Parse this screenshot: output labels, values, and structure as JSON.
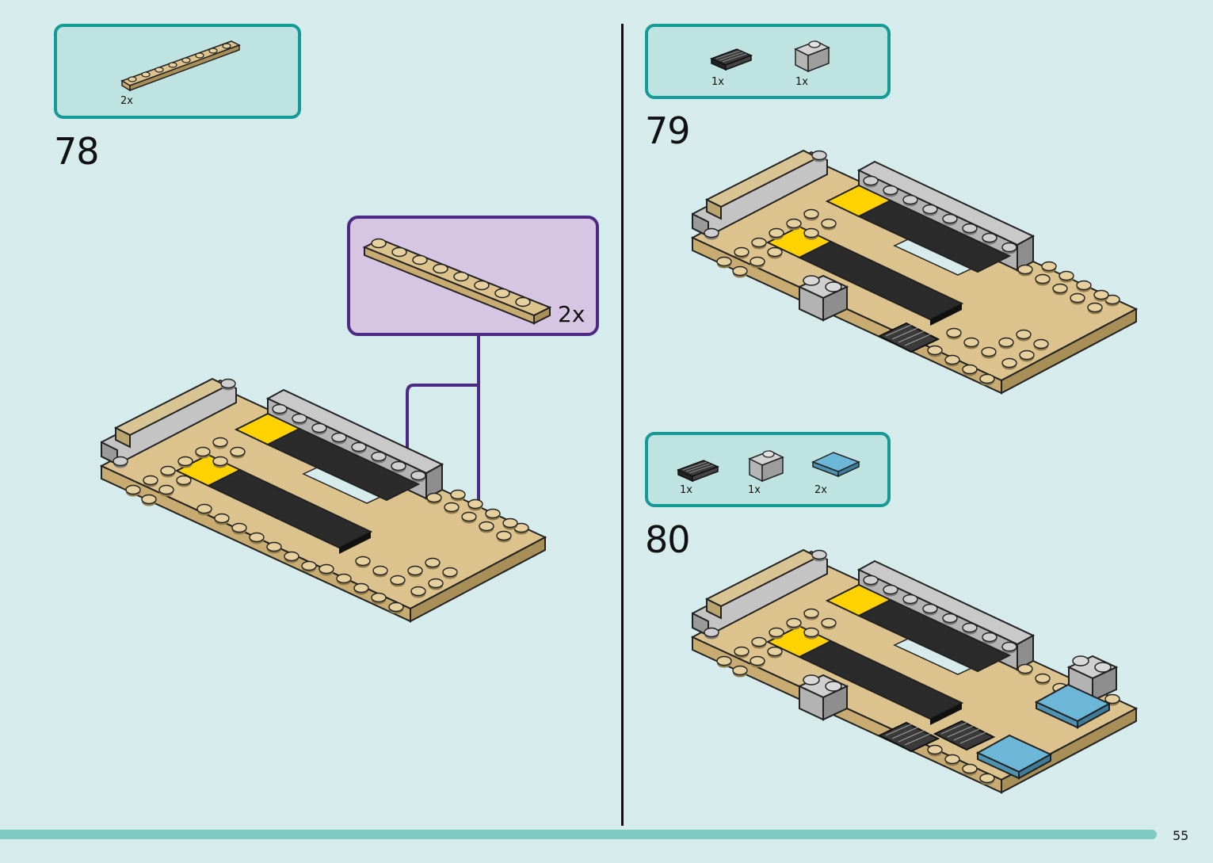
{
  "page": {
    "number": "55"
  },
  "colors": {
    "tan": "#dcc38d",
    "gray": "#bdbdbd",
    "dark": "#2b2b2b",
    "yellow": "#ffd200",
    "blue": "#6cb6d8",
    "teal": "#149b96",
    "purple": "#4c2a84"
  },
  "steps": [
    {
      "number": "78",
      "parts": [
        {
          "name": "tan-plate-1x8",
          "qty": "2x"
        }
      ],
      "callout_qty": "2x"
    },
    {
      "number": "79",
      "parts": [
        {
          "name": "dark-grille-tile",
          "qty": "1x"
        },
        {
          "name": "gray-jumper-brick",
          "qty": "1x"
        }
      ]
    },
    {
      "number": "80",
      "parts": [
        {
          "name": "dark-grille-tile",
          "qty": "1x"
        },
        {
          "name": "gray-jumper-brick",
          "qty": "1x"
        },
        {
          "name": "blue-tile-2x2",
          "qty": "2x"
        }
      ]
    }
  ]
}
